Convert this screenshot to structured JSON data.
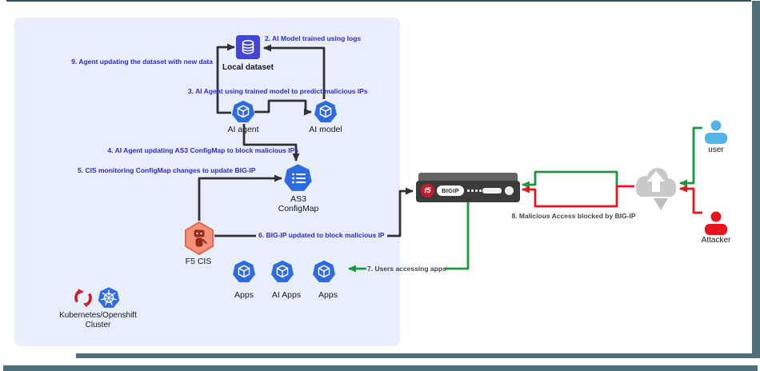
{
  "cluster": {
    "name_line1": "Kubernetes/Openshift",
    "name_line2": "Cluster"
  },
  "nodes": {
    "local_dataset": "Local dataset",
    "ai_agent": "AI agent",
    "ai_model": "AI model",
    "as3_line1": "AS3",
    "as3_line2": "ConfigMap",
    "f5_cis": "F5 CIS",
    "apps_left": "Apps",
    "ai_apps": "AI Apps",
    "apps_right": "Apps",
    "user": "user",
    "attacker": "Attacker"
  },
  "device": {
    "brand": "f5",
    "model": "BIGIP"
  },
  "steps": {
    "s2": "2. AI Model trained using logs",
    "s3": "3. AI Agent using trained model to predict malicious IPs",
    "s4": "4. AI Agent updating AS3 ConfigMap to block malicious IPs",
    "s5": "5. CIS monitoring ConfigMap changes to update BIG-IP",
    "s6": "6. BIG-IP updated to block malicious IP",
    "s7": "7. Users accessing apps",
    "s8": "8. Malicious Access blocked by BIG-IP",
    "s9": "9. Agent updating the dataset with new data"
  },
  "icons": [
    "database-icon",
    "cube-icon",
    "configmap-list-icon",
    "robot-icon",
    "kubernetes-helm-icon",
    "openshift-arrows-icon",
    "cloud-upload-icon",
    "person-icon",
    "f5-logo-icon"
  ],
  "colors": {
    "step_text_blue": "#2e2bd3",
    "safe_green": "#17993c",
    "threat_red": "#e4161d",
    "arrow_black": "#323232",
    "node_blue": "#2f6be0",
    "dataset_indigo": "#4444d6",
    "cis_salmon": "#f29078",
    "cluster_bg": "#e8eefb",
    "frame_slate": "#4e6e7a",
    "f5_red": "#c41d30",
    "user_blue": "#53b4e8",
    "cloud_gray": "#c9c9cc"
  }
}
